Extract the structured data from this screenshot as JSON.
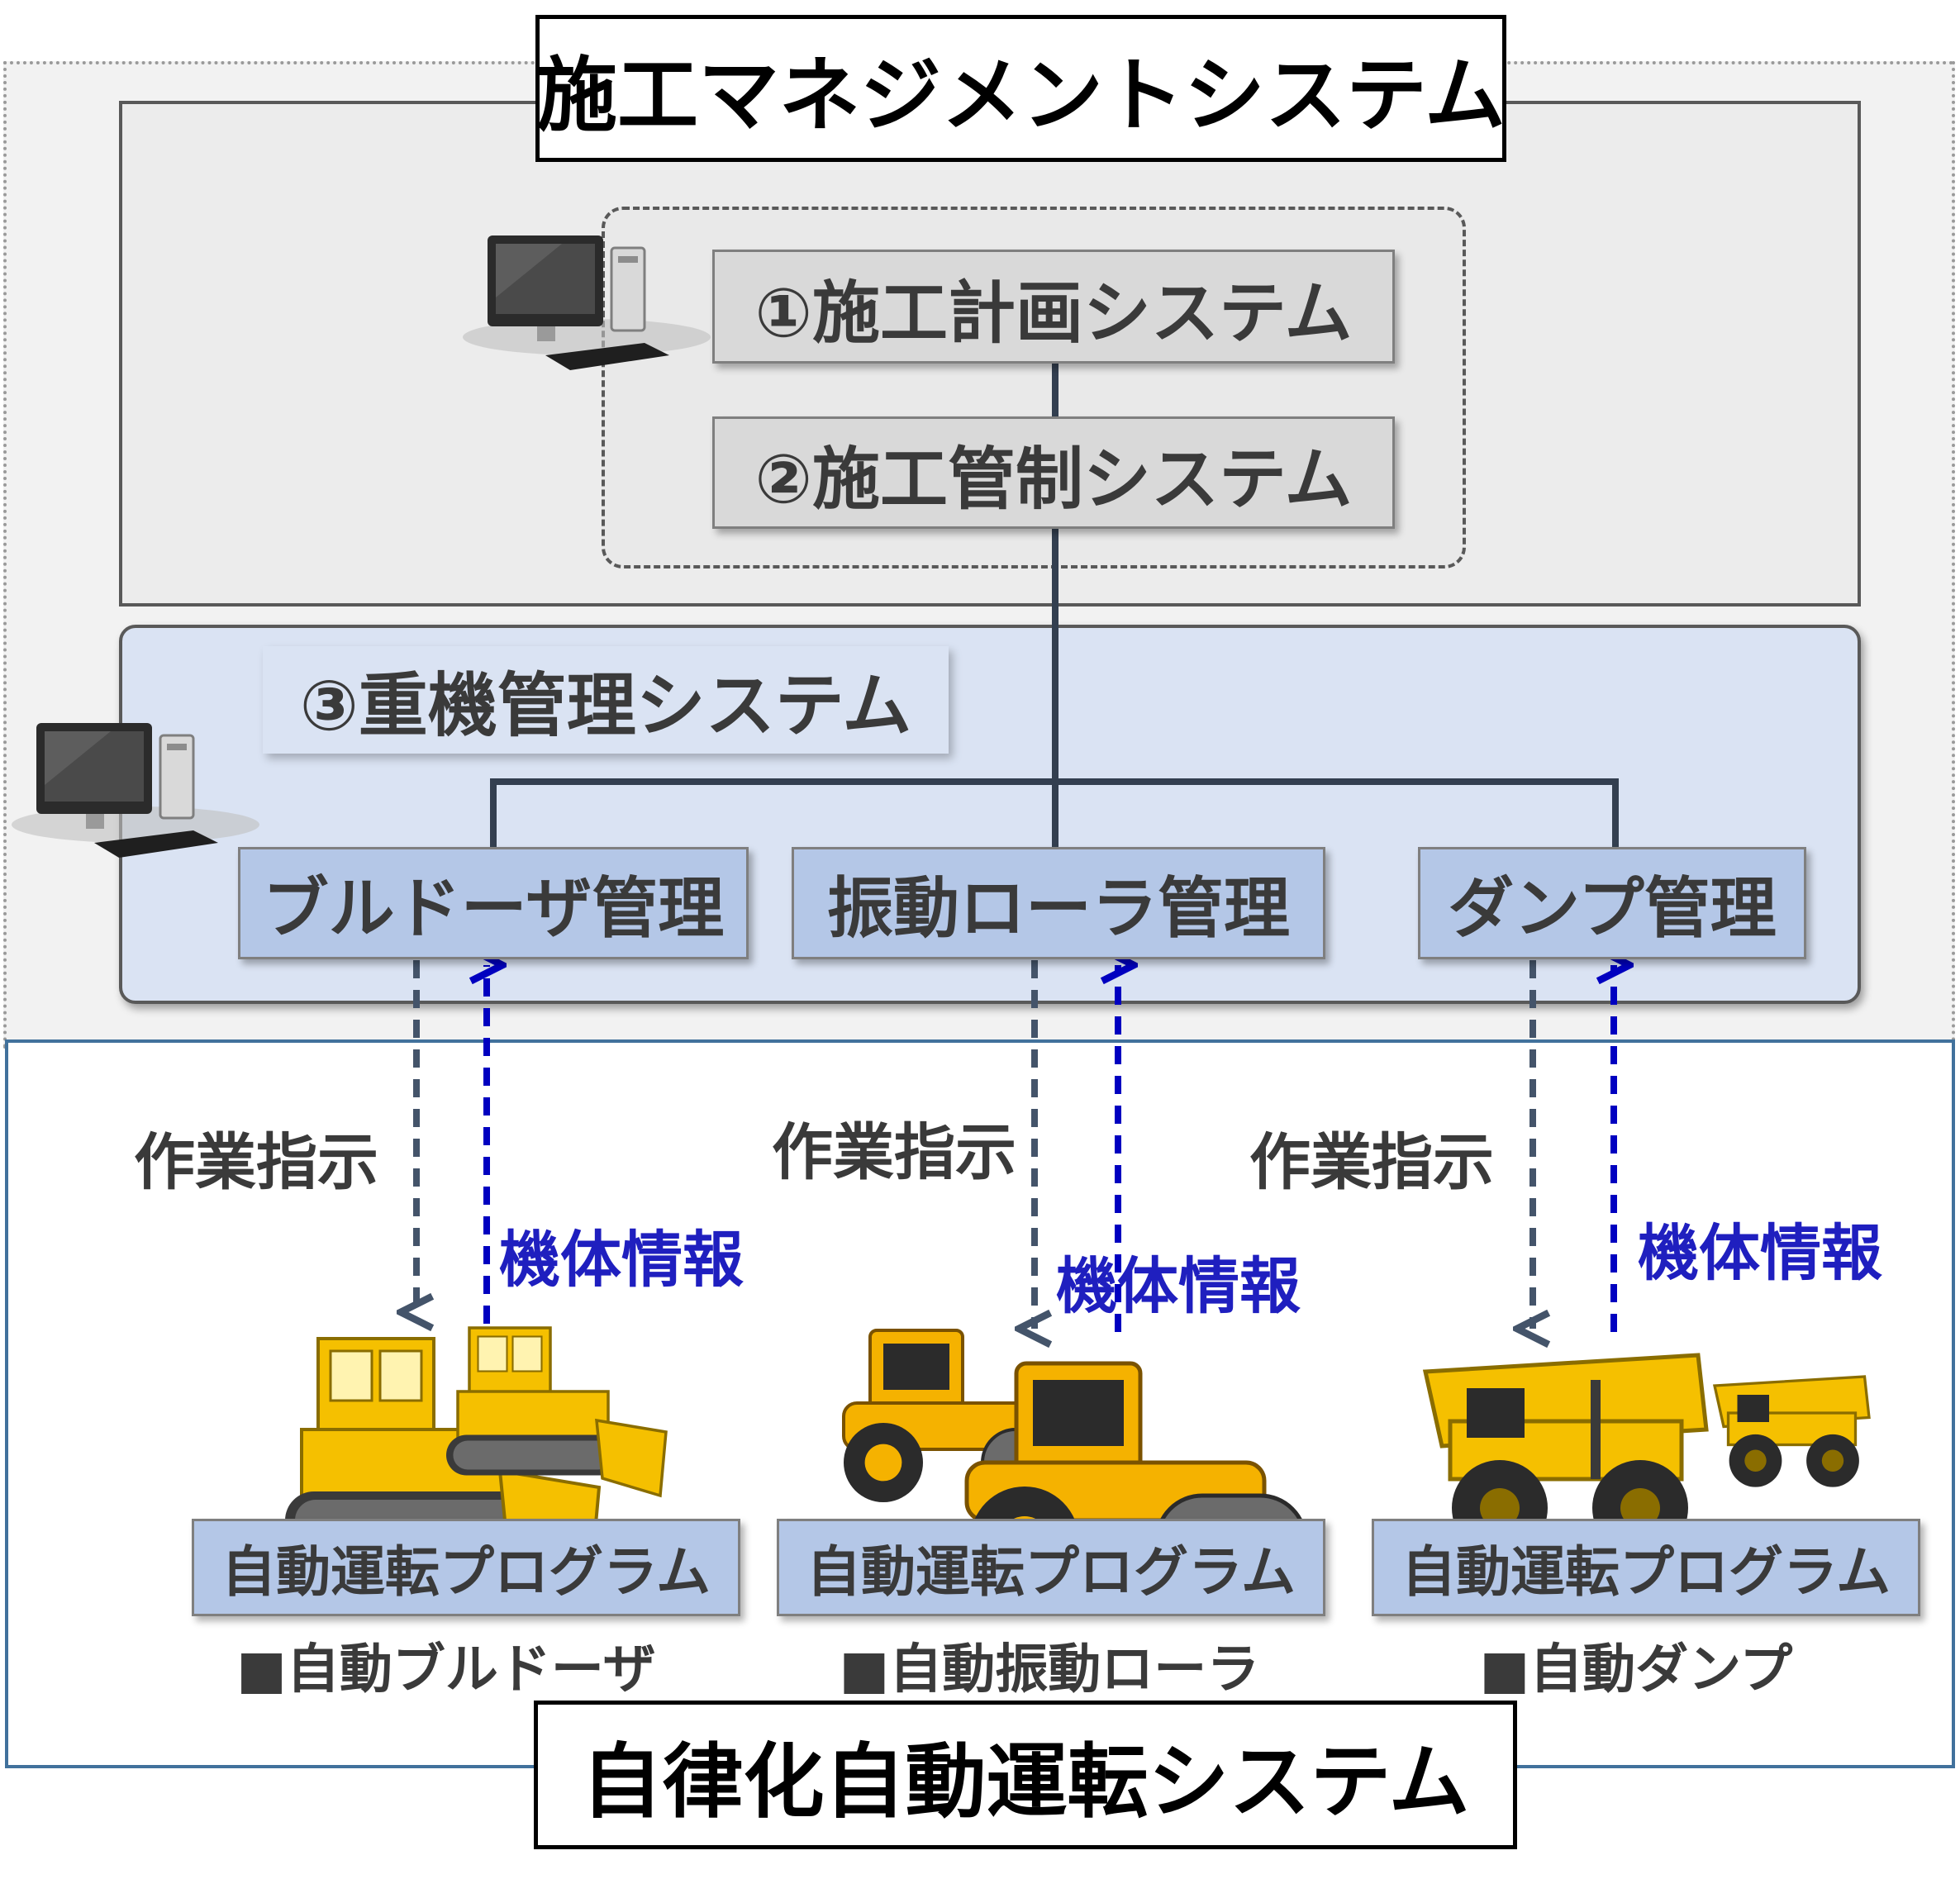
{
  "titles": {
    "management": "施工マネジメントシステム",
    "autonomous": "自律化自動運転システム"
  },
  "systems": {
    "planning": "①施工計画システム",
    "control": "②施工管制システム",
    "heavy_machinery": "③重機管理システム"
  },
  "management_units": [
    {
      "label": "ブルドーザ管理"
    },
    {
      "label": "振動ローラ管理"
    },
    {
      "label": "ダンプ管理"
    }
  ],
  "flows": {
    "instruction_label": "作業指示",
    "info_label": "機体情報"
  },
  "machines": [
    {
      "program": "自動運転プログラム",
      "caption": "■自動ブルドーザ",
      "icon": "bulldozer-icon"
    },
    {
      "program": "自動運転プログラム",
      "caption": "■自動振動ローラ",
      "icon": "roller-icon"
    },
    {
      "program": "自動運転プログラム",
      "caption": "■自動ダンプ",
      "icon": "dump-truck-icon"
    }
  ],
  "colors": {
    "instruction_arrow": "#44546a",
    "info_arrow": "#0000c0",
    "machine_yellow": "#f5c000",
    "panel_blue": "#dae3f3",
    "box_blue": "#b4c7e7"
  }
}
